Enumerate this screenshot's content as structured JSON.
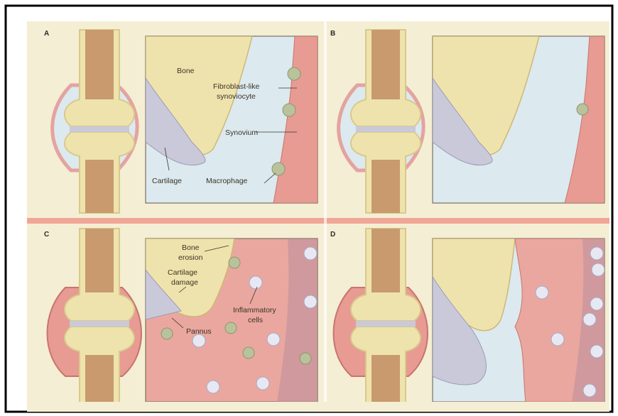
{
  "panels": [
    {
      "letter": "A"
    },
    {
      "letter": "B"
    },
    {
      "letter": "C"
    },
    {
      "letter": "D"
    }
  ],
  "labels": {
    "bone": "Bone",
    "fibroblast_line1": "Fibroblast-like",
    "fibroblast_line2": "synoviocyte",
    "synovium": "Synovium",
    "cartilage": "Cartilage",
    "macrophage": "Macrophage",
    "bone_erosion_line1": "Bone",
    "bone_erosion_line2": "erosion",
    "cartilage_damage_line1": "Cartilage",
    "cartilage_damage_line2": "damage",
    "inflammatory_line1": "Inflammatory",
    "inflammatory_line2": "cells",
    "pannus": "Pannus"
  },
  "colors": {
    "background": "#f4eed4",
    "bone": "#efe3ad",
    "bone_marrow": "#c89a6e",
    "cartilage": "#c9c9d9",
    "synovial_fluid": "#dce9ef",
    "synovium": "#e79b93",
    "pannus": "#eaa79f",
    "divider": "#f0a596"
  }
}
